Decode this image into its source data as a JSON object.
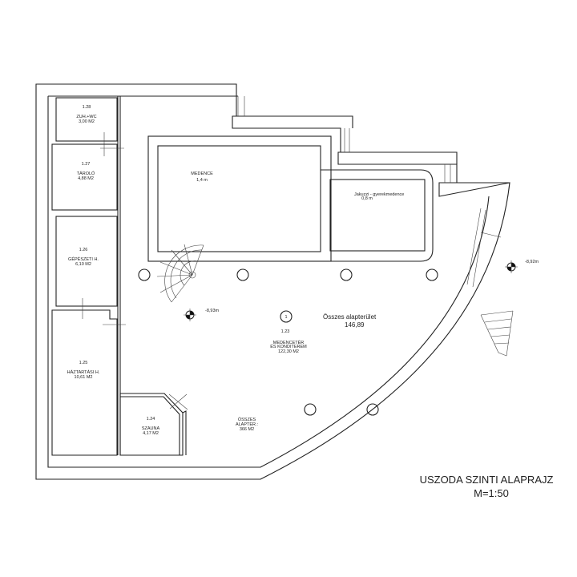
{
  "title": "USZODA SZINTI ALAPRAJZ",
  "scale": "M=1:50",
  "rooms": [
    {
      "number": "1.28",
      "name": "ZUH.+WC",
      "area": "3,00 M2"
    },
    {
      "number": "1.27",
      "name": "TÁROLÓ",
      "area": "4,88 M2"
    },
    {
      "number": "1.26",
      "name": "GÉPÉSZETI H.",
      "area": "6,10 M2"
    },
    {
      "number": "1.25",
      "name": "HÁZTARTÁSI H.",
      "area": "10,61 M2"
    },
    {
      "number": "1.24",
      "name": "SZAUNA",
      "area": "4,17 M2"
    },
    {
      "number": "1.23",
      "name_line1": "MEDENCETÉR",
      "name_line2": "ÉS KONDITEREM",
      "area": "122,30 M2"
    }
  ],
  "pool": {
    "name": "MEDENCE",
    "depth": "1,4 m"
  },
  "jacuzzi": {
    "name": "Jakuzzi - gyerekmedence",
    "depth": "0,8 m"
  },
  "total_floor": {
    "label": "Összes alapterület",
    "value": "146,89"
  },
  "total_base": {
    "line1": "ÖSSZES",
    "line2": "ALAPTER.:",
    "value": "366 M2"
  },
  "marker": "1",
  "levels": [
    "-8,93m",
    "-8,92m"
  ]
}
